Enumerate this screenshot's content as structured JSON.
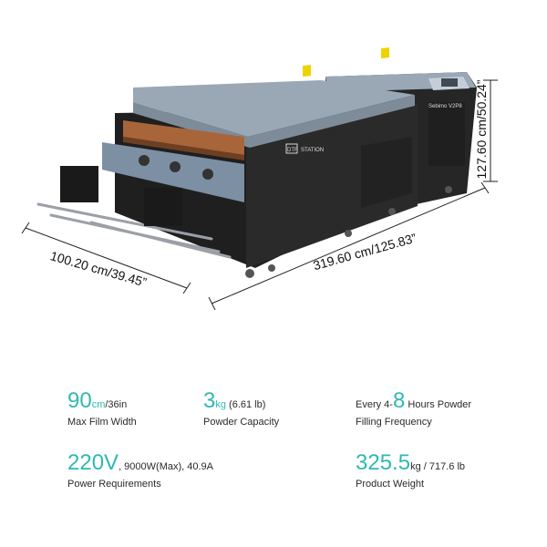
{
  "dimensions": {
    "height": "127.60 cm/50.24”",
    "width": "319.60 cm/125.83”",
    "depth": "100.20 cm/39.45”"
  },
  "machine": {
    "brand_dtf": "DTF",
    "brand_station": "STATION",
    "model": "Sebimo V2P8"
  },
  "specs": {
    "film_width": {
      "value": "90",
      "unit": "cm",
      "alt": "/36in",
      "caption": "Max Film Width"
    },
    "powder_capacity": {
      "value": "3",
      "unit": "kg",
      "alt": " (6.61 lb)",
      "caption": "Powder Capacity"
    },
    "filling_frequency": {
      "prefix": "Every 4-",
      "value": "8",
      "suffix": " Hours Powder",
      "caption": "Filling Frequency"
    },
    "power": {
      "value": "220V",
      "detail": ", 9000W(Max), 40.9A",
      "caption": "Power Requirements"
    },
    "weight": {
      "value": "325.5",
      "unit": "kg",
      "alt": " / 717.6 lb",
      "caption": "Product Weight"
    }
  },
  "colors": {
    "accent": "#2fb8b3",
    "machine_body": "#1f1f1f",
    "lid": "#9aa8b6",
    "belt": "#a8653a"
  }
}
